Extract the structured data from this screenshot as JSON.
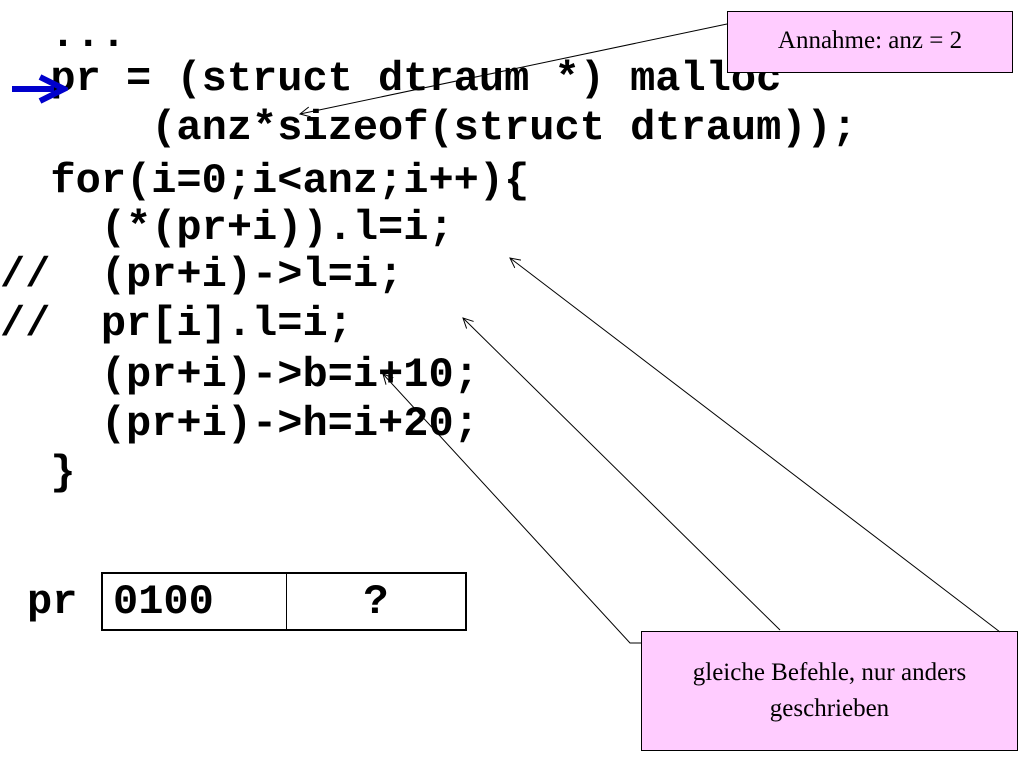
{
  "code_lines": [
    "  ...",
    "  pr = (struct dtraum *) malloc",
    "      (anz*sizeof(struct dtraum));",
    "  for(i=0;i<anz;i++){",
    "    (*(pr+i)).l=i;",
    "//  (pr+i)->l=i;",
    "//  pr[i].l=i;",
    "    (pr+i)->b=i+10;",
    "    (pr+i)->h=i+20;",
    "  }"
  ],
  "annotation_top": "Annahme: anz = 2",
  "annotation_bottom": "gleiche Befehle, nur anders geschrieben",
  "variable": {
    "label": "pr",
    "cells": [
      "0100",
      "?"
    ]
  },
  "colors": {
    "annotation_bg": "#ffccff",
    "arrow": "#0000cc"
  },
  "icons": {
    "execution_pointer": "right-arrow-icon"
  }
}
